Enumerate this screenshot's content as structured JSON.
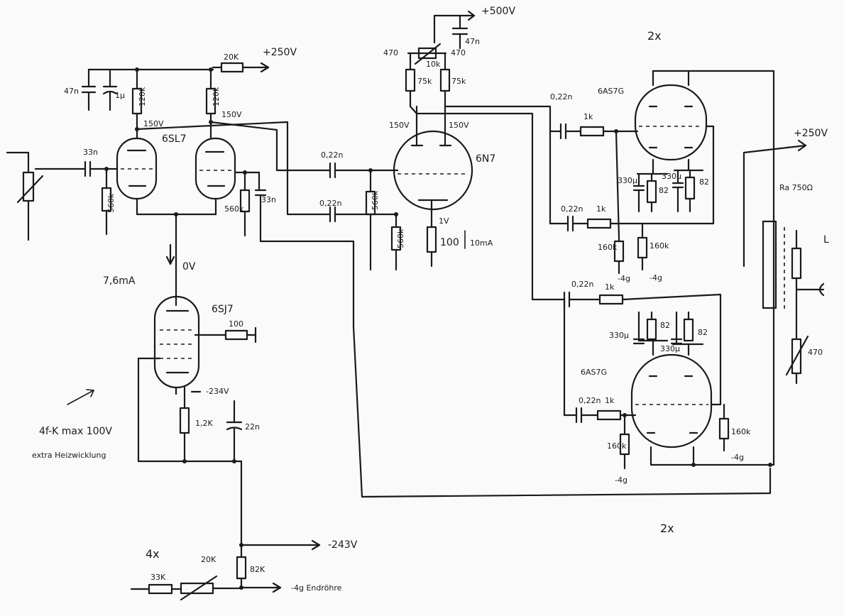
{
  "supplies": {
    "v250_top": "+250V",
    "v500": "+500V",
    "v250_right": "+250V",
    "v_neg243": "-243V",
    "neg_4g_endrohre": "-4g Endröhre"
  },
  "tubes": {
    "input_tube": "6SL7",
    "ccs_tube": "6SJ7",
    "driver_tube": "6N7",
    "output_tube_top": "6AS7G",
    "output_tube_bottom": "6AS7G"
  },
  "multiplier": {
    "top": "2x",
    "bottom": "2x",
    "divider": "4x"
  },
  "components": {
    "c_47n": "47n",
    "c_1u": "1µ",
    "r_120k_a": "120k",
    "r_120k_b": "120k",
    "r_20k": "20K",
    "v_150_a": "150V",
    "v_150_b": "150V",
    "c_33n_in": "33n",
    "r_560k_in": "560k",
    "r_560k_b": "560k",
    "c_33n_b": "33n",
    "v_0": "0V",
    "i_76ma": "7,6mA",
    "r_100": "100",
    "v_neg234": "-234V",
    "r_1k2": "1,2K",
    "c_22n": "22n",
    "r_82k": "82K",
    "r_33k": "33K",
    "r_20k_pot": "20K",
    "r_470_a": "470",
    "r_470_b": "470",
    "r_10k_pot": "10k",
    "c_47n_top": "47n",
    "r_75k_a": "75k",
    "r_75k_b": "75k",
    "v_150_c": "150V",
    "v_150_d": "150V",
    "c_022_a": "0,22n",
    "c_022_b": "0,22n",
    "r_560k_c": "560k",
    "r_560k_d": "560k",
    "r_100_cath": "100",
    "v_1v": "1V",
    "i_10ma": "10mA",
    "c_022_c": "0,22n",
    "r_1k_a": "1k",
    "c_022_d": "0,22n",
    "r_1k_b": "1k",
    "r_160k_a": "160k",
    "r_160k_b": "160k",
    "neg4g_a": "-4g",
    "neg4g_b": "-4g",
    "c_330u_a": "330µ",
    "r_82_a": "82",
    "c_330u_b": "330µ",
    "r_82_b": "82",
    "c_022_e": "0,22n",
    "r_1k_c": "1k",
    "c_330u_c": "330µ",
    "r_82_c": "82",
    "c_330u_d": "330µ",
    "r_82_d": "82",
    "c_022_f": "0,22n",
    "r_1k_d": "1k",
    "r_160k_c": "160k",
    "r_160k_d": "160k",
    "neg4g_c": "-4g",
    "neg4g_d": "-4g",
    "r_ra750": "Ra 750Ω",
    "r_470_out": "470",
    "out_label": "L"
  },
  "notes": {
    "heater_note_1": "4f-K max 100V",
    "heater_note_2": "extra Heizwicklung"
  }
}
